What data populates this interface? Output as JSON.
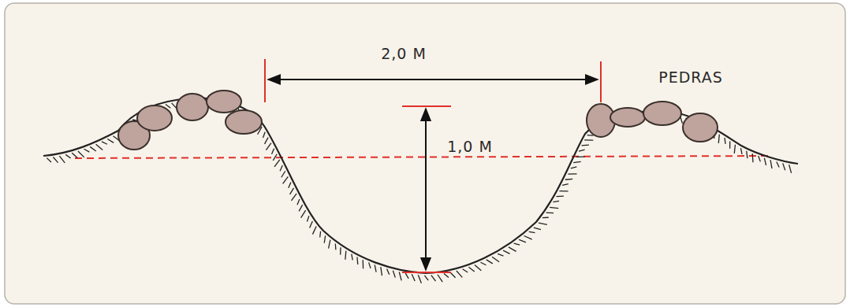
{
  "diagram": {
    "labels": [
      "2,0 M",
      "1,0 M",
      "PEDRAS"
    ]
  }
}
